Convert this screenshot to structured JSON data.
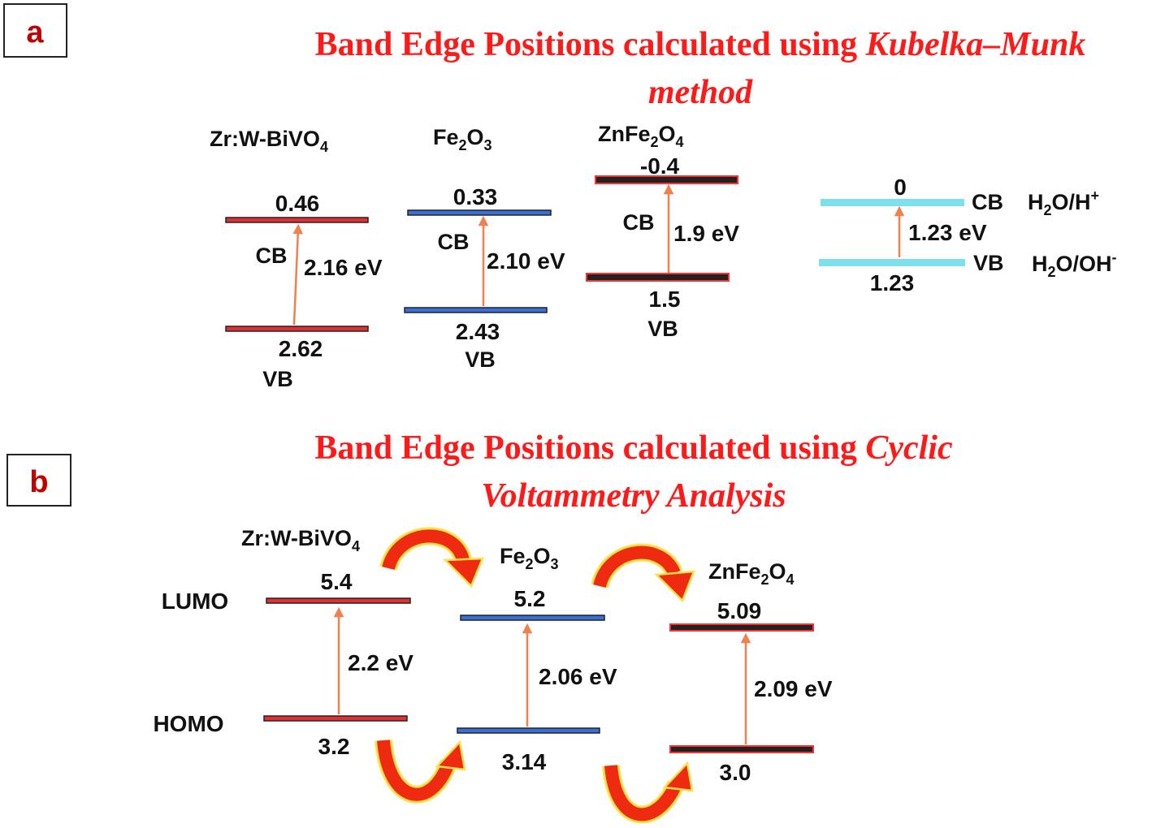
{
  "panel_a": {
    "letter": "a",
    "title_line1": "Band Edge Positions calculated using ",
    "title_line1_italic": "Kubelka–Munk",
    "title_line2_italic": "method",
    "materials": [
      {
        "id": "zrw",
        "name_pre": "Zr:W-BiVO",
        "name_sub": "4",
        "name_post": "",
        "cb_value": "0.46",
        "vb_value": "2.62",
        "cb_label": "CB",
        "vb_label": "VB",
        "gap": "2.16 eV",
        "color": "#e03030"
      },
      {
        "id": "fe2o3",
        "name_pre": "Fe",
        "name_sub": "2",
        "name_post": "O",
        "name_sub2": "3",
        "cb_value": "0.33",
        "vb_value": "2.43",
        "cb_label": "CB",
        "vb_label": "VB",
        "gap": "2.10 eV",
        "color": "#3a6fd8"
      },
      {
        "id": "znfe",
        "name_pre": "ZnFe",
        "name_sub": "2",
        "name_post": "O",
        "name_sub2": "4",
        "cb_value": "-0.4",
        "vb_value": "1.5",
        "cb_label": "CB",
        "vb_label": "VB",
        "gap": "1.9 eV",
        "color": "#ff3030"
      }
    ],
    "water": {
      "cb_value": "0",
      "vb_value": "1.23",
      "gap": "1.23 eV",
      "cb_label": "CB",
      "vb_label": "VB",
      "cb_couple_pre": "H",
      "cb_couple_sub": "2",
      "cb_couple_post": "O/H",
      "cb_couple_sup": "+",
      "vb_couple_pre": "H",
      "vb_couple_sub": "2",
      "vb_couple_post": "O/OH",
      "vb_couple_sup": "-",
      "color": "#7ee0ec"
    }
  },
  "panel_b": {
    "letter": "b",
    "title_line1": "Band Edge Positions calculated using ",
    "title_line1_italic": "Cyclic",
    "title_line2_italic": "Voltammetry Analysis",
    "lumo_label": "LUMO",
    "homo_label": "HOMO",
    "materials": [
      {
        "id": "zrw",
        "name_pre": "Zr:W-BiVO",
        "name_sub": "4",
        "lumo": "5.4",
        "homo": "3.2",
        "gap": "2.2 eV",
        "color": "#e03030"
      },
      {
        "id": "fe2o3",
        "name_pre": "Fe",
        "name_sub": "2",
        "name_post": "O",
        "name_sub2": "3",
        "lumo": "5.2",
        "homo": "3.14",
        "gap": "2.06 eV",
        "color": "#3a6fd8"
      },
      {
        "id": "znfe",
        "name_pre": "ZnFe",
        "name_sub": "2",
        "name_post": "O",
        "name_sub2": "4",
        "lumo": "5.09",
        "homo": "3.0",
        "gap": "2.09 eV",
        "color": "#ff3030"
      }
    ]
  },
  "colors": {
    "title": "#ff1a1a",
    "letter": "#c00000",
    "arrow_thin": "#f08050",
    "curved_arrow_fill": "#ee2a10",
    "curved_arrow_edge": "#ffe14a"
  }
}
